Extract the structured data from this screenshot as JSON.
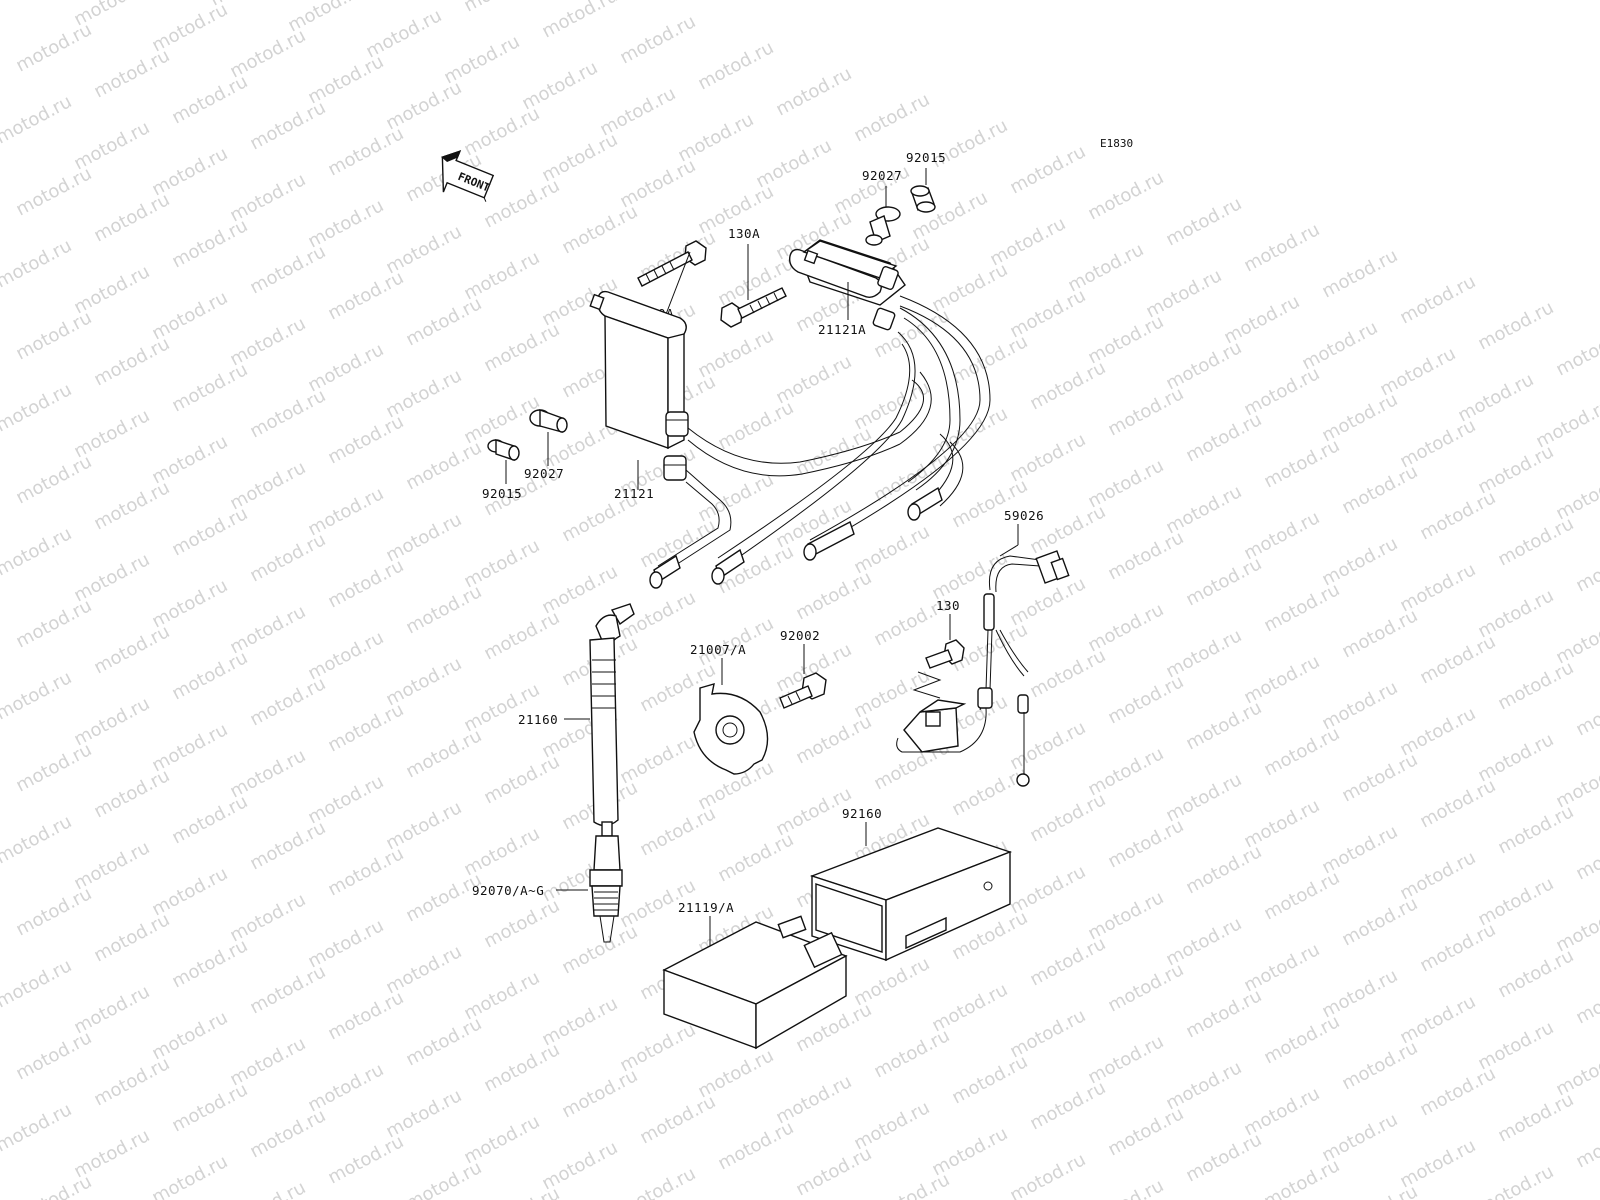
{
  "watermark": "motod.ru",
  "diagram_code": "E1830",
  "front_label": "FRONT",
  "labels": {
    "p92015_top": "92015",
    "p92027_top": "92027",
    "p130A_a": "130A",
    "p130A_b": "130A",
    "p21121A": "21121A",
    "p92027_left": "92027",
    "p92015_left": "92015",
    "p21121": "21121",
    "p59026": "59026",
    "p130": "130",
    "p92002": "92002",
    "p21007": "21007/A",
    "p21160": "21160",
    "p92160": "92160",
    "p92070": "92070/A~G",
    "p21119": "21119/A"
  }
}
